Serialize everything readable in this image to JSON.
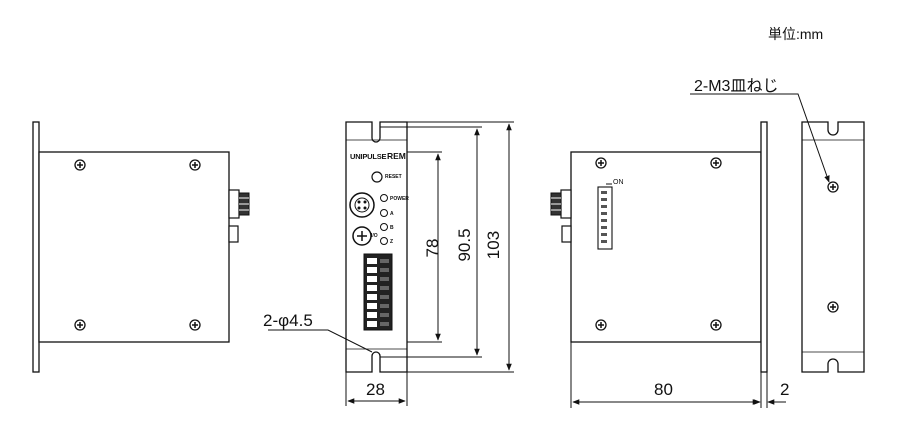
{
  "unit_label": "単位:mm",
  "annotations": {
    "screw": "2-M3皿ねじ",
    "hole": "2-φ4.5"
  },
  "dimensions": {
    "front_width": "28",
    "inner_height": "78",
    "mid_height": "90.5",
    "total_height": "103",
    "depth": "80",
    "flange": "2"
  },
  "front_panel": {
    "brand": "UNIPULSE",
    "model": "REM",
    "reset": "RESET",
    "leds": [
      "POWER",
      "A",
      "B",
      "Z"
    ],
    "io_label": "I/O"
  },
  "side_panel": {
    "switch_label": "ON"
  }
}
